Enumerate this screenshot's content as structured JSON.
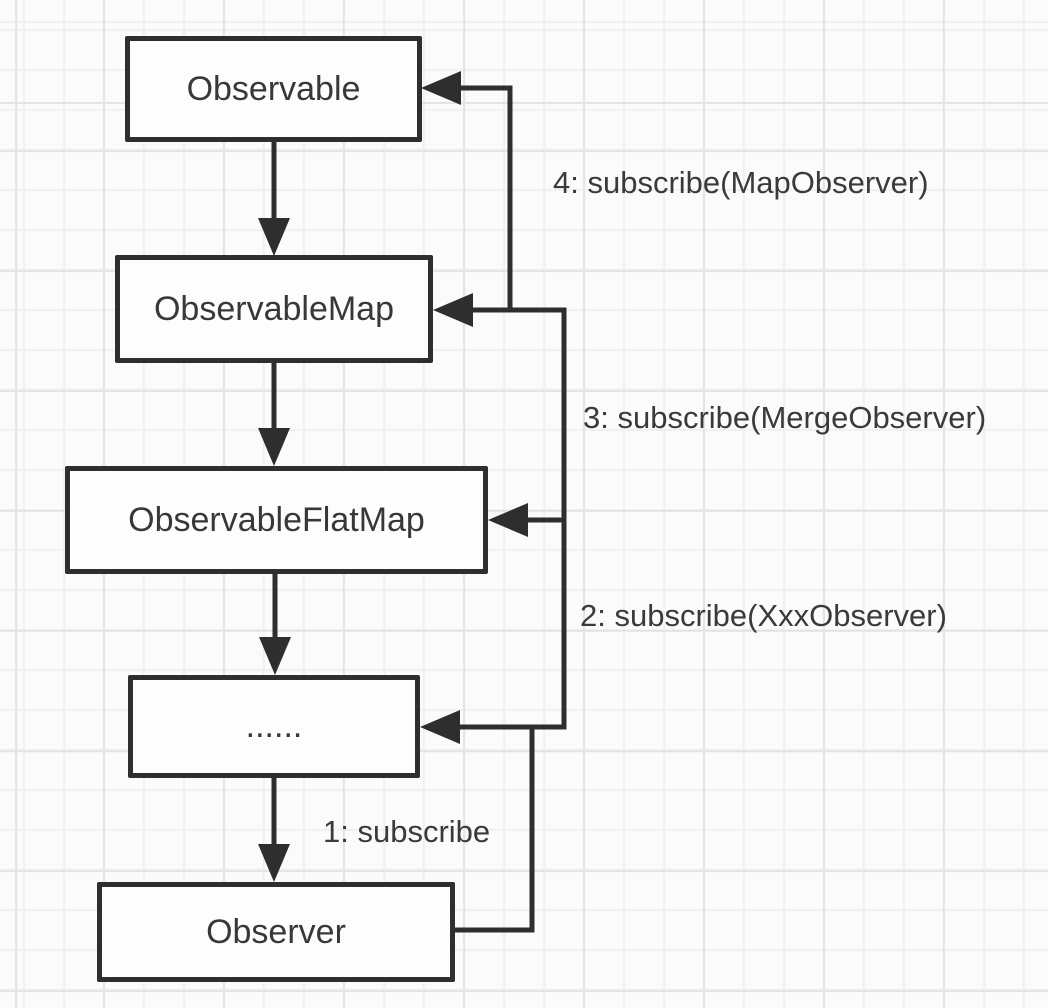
{
  "diagram": {
    "nodes": [
      {
        "id": "observable",
        "label": "Observable"
      },
      {
        "id": "observable-map",
        "label": "ObservableMap"
      },
      {
        "id": "observable-flat-map",
        "label": "ObservableFlatMap"
      },
      {
        "id": "ellipsis",
        "label": "......"
      },
      {
        "id": "observer",
        "label": "Observer"
      }
    ],
    "edges": [
      {
        "id": "step-4",
        "from": "observable-map",
        "to": "observable",
        "label": "4: subscribe(MapObserver)"
      },
      {
        "id": "step-3",
        "from": "observable-flat-map",
        "to": "observable-map",
        "label": "3: subscribe(MergeObserver)"
      },
      {
        "id": "step-2",
        "from": "ellipsis",
        "to": "observable-flat-map",
        "label": "2: subscribe(XxxObserver)"
      },
      {
        "id": "step-1",
        "from": "observer",
        "to": "ellipsis",
        "label": "1: subscribe"
      }
    ],
    "colors": {
      "stroke": "#2e2e2e",
      "text": "#3a3a3a",
      "node_fill": "#fdfdfd",
      "background": "#fbfbfb",
      "grid_minor": "#f0f0f0",
      "grid_major": "#e4e4e4"
    }
  }
}
